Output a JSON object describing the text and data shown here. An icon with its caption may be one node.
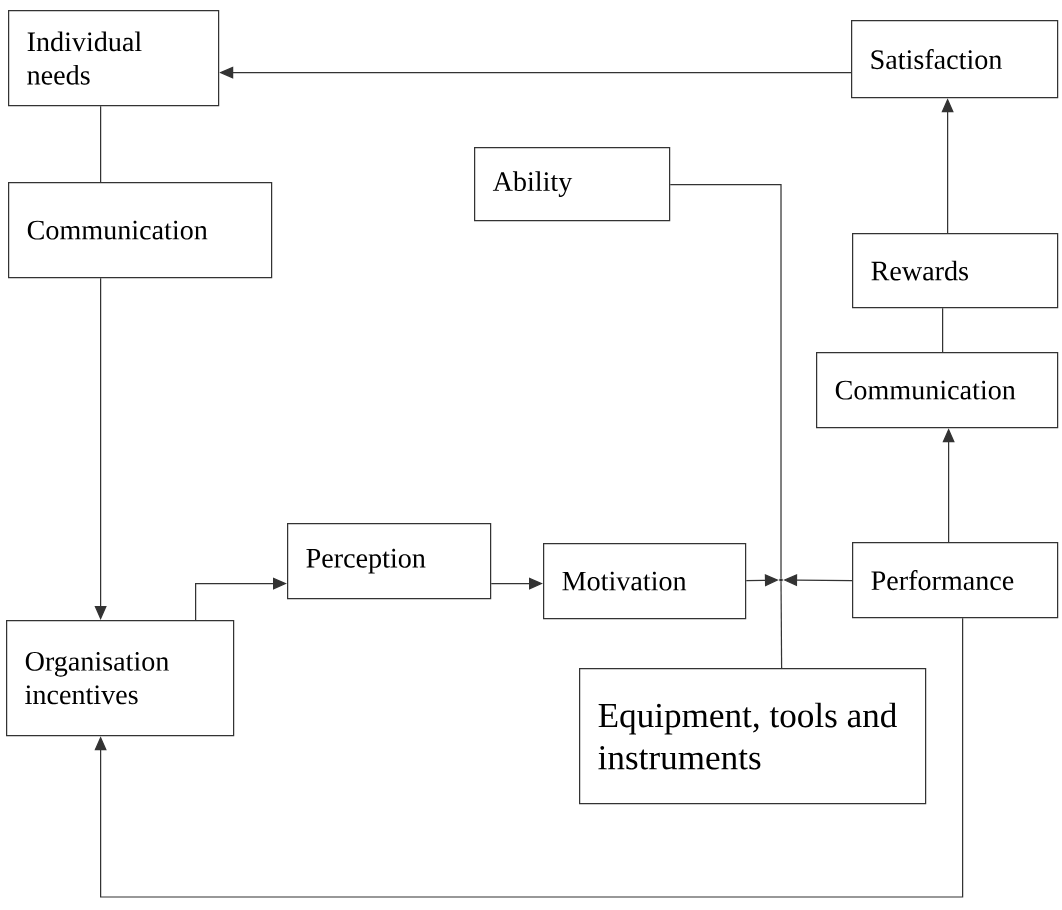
{
  "diagram": {
    "nodes": [
      {
        "text": [
          "Individual needs"
        ]
      },
      {
        "text": [
          "Satisfaction"
        ]
      },
      {
        "text": [
          "Ability"
        ]
      },
      {
        "text": [
          "Communication"
        ]
      },
      {
        "text": [
          "Rewards"
        ]
      },
      {
        "text": [
          "Communication"
        ]
      },
      {
        "text": [
          "Perception"
        ]
      },
      {
        "text": [
          "Motivation"
        ]
      },
      {
        "text": [
          "Performance"
        ]
      },
      {
        "text": [
          "Organisation incentives"
        ]
      },
      {
        "text": [
          "Equipment, tools and instruments"
        ]
      },
      {
        "text": [],
        "shape": "point"
      }
    ],
    "edges": [
      {
        "from": 1,
        "to": 0,
        "arrow": "to"
      },
      {
        "from": 0,
        "to": 3,
        "arrow": "none"
      },
      {
        "from": 3,
        "to": 9,
        "arrow": "to"
      },
      {
        "from": 9,
        "to": 6,
        "arrow": "to"
      },
      {
        "from": 6,
        "to": 7,
        "arrow": "to"
      },
      {
        "from": 7,
        "to": 11,
        "arrow": "to"
      },
      {
        "from": 8,
        "to": 11,
        "arrow": "to"
      },
      {
        "from": 2,
        "to": 11,
        "arrow": "none"
      },
      {
        "from": 10,
        "to": 11,
        "arrow": "none"
      },
      {
        "from": 8,
        "to": 5,
        "arrow": "to"
      },
      {
        "from": 5,
        "to": 4,
        "arrow": "none"
      },
      {
        "from": 4,
        "to": 1,
        "arrow": "to"
      },
      {
        "from": 8,
        "to": 9,
        "arrow": "to"
      }
    ]
  }
}
